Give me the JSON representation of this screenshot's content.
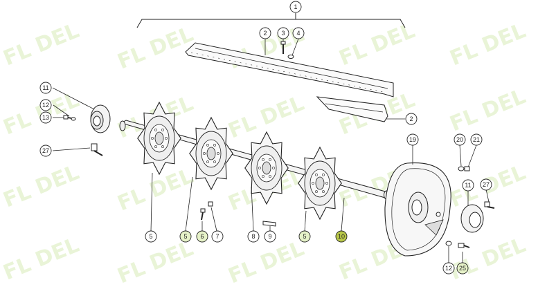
{
  "watermark": {
    "text": "FL DEL",
    "color": "#cfe7a8"
  },
  "callouts": [
    {
      "id": "c1",
      "label": "1",
      "highlight": null
    },
    {
      "id": "c2a",
      "label": "2",
      "highlight": null
    },
    {
      "id": "c3",
      "label": "3",
      "highlight": null
    },
    {
      "id": "c4",
      "label": "4",
      "highlight": null
    },
    {
      "id": "c2b",
      "label": "2",
      "highlight": null
    },
    {
      "id": "c11a",
      "label": "11",
      "highlight": null
    },
    {
      "id": "c12a",
      "label": "12",
      "highlight": null
    },
    {
      "id": "c13",
      "label": "13",
      "highlight": null
    },
    {
      "id": "c27a",
      "label": "27",
      "highlight": null
    },
    {
      "id": "c19",
      "label": "19",
      "highlight": null
    },
    {
      "id": "c20",
      "label": "20",
      "highlight": null
    },
    {
      "id": "c21",
      "label": "21",
      "highlight": null
    },
    {
      "id": "c11b",
      "label": "11",
      "highlight": null
    },
    {
      "id": "c27b",
      "label": "27",
      "highlight": null
    },
    {
      "id": "c5a",
      "label": "5",
      "highlight": null
    },
    {
      "id": "c5b",
      "label": "5",
      "highlight": "#e6f2c8"
    },
    {
      "id": "c6",
      "label": "6",
      "highlight": "#e6f2c8"
    },
    {
      "id": "c7",
      "label": "7",
      "highlight": null
    },
    {
      "id": "c8",
      "label": "8",
      "highlight": null
    },
    {
      "id": "c9",
      "label": "9",
      "highlight": null
    },
    {
      "id": "c5c",
      "label": "5",
      "highlight": "#e6f2c8"
    },
    {
      "id": "c10",
      "label": "10",
      "highlight": "#b9c84a"
    },
    {
      "id": "c12b",
      "label": "12",
      "highlight": null
    },
    {
      "id": "c25",
      "label": "25",
      "highlight": "#e6f2c8"
    }
  ]
}
